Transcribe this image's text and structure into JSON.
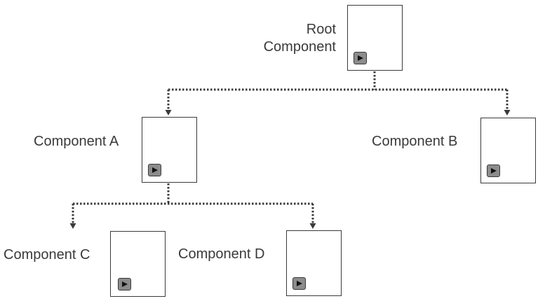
{
  "nodes": {
    "root": {
      "label_line1": "Root",
      "label_line2": "Component"
    },
    "a": {
      "label": "Component A"
    },
    "b": {
      "label": "Component B"
    },
    "c": {
      "label": "Component C"
    },
    "d": {
      "label": "Component D"
    }
  },
  "colors": {
    "stroke": "#3a3a3a",
    "play_fill": "#8c8c8c",
    "connector": "#3a3a3a"
  },
  "icons": {
    "component_icon": "play-icon",
    "connector_head": "arrow-down-icon"
  }
}
